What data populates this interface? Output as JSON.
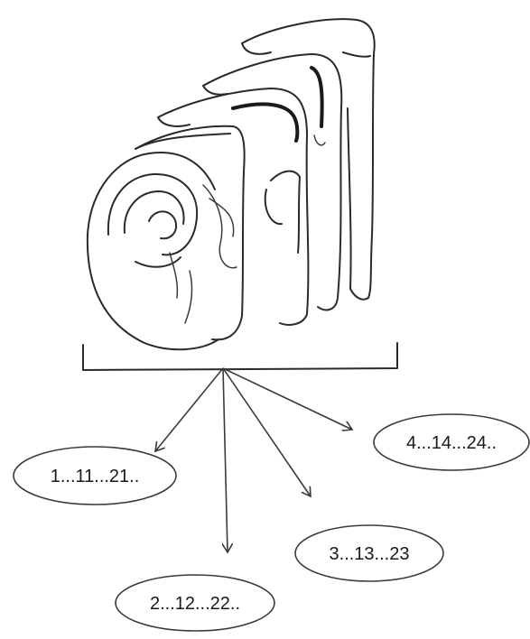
{
  "groups": [
    {
      "label": "1...11...21.."
    },
    {
      "label": "2...12...22.."
    },
    {
      "label": "3...13...23"
    },
    {
      "label": "4...14...24.."
    }
  ]
}
